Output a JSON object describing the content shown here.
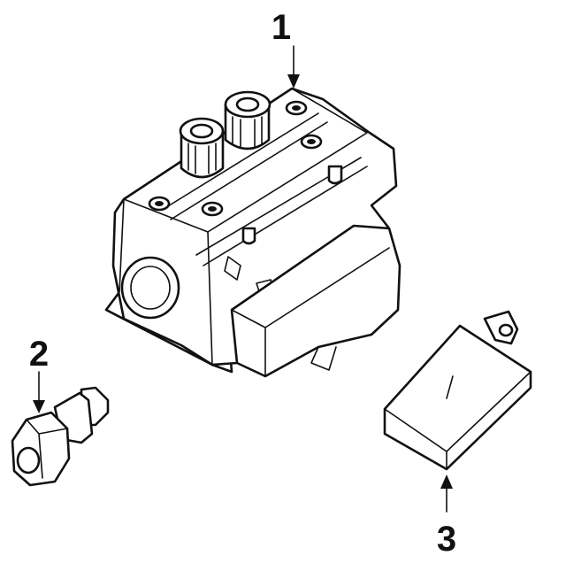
{
  "callouts": [
    {
      "id": "1",
      "label": "1"
    },
    {
      "id": "2",
      "label": "2"
    },
    {
      "id": "3",
      "label": "3"
    }
  ],
  "colors": {
    "ink": "#111111",
    "paper": "#ffffff"
  }
}
